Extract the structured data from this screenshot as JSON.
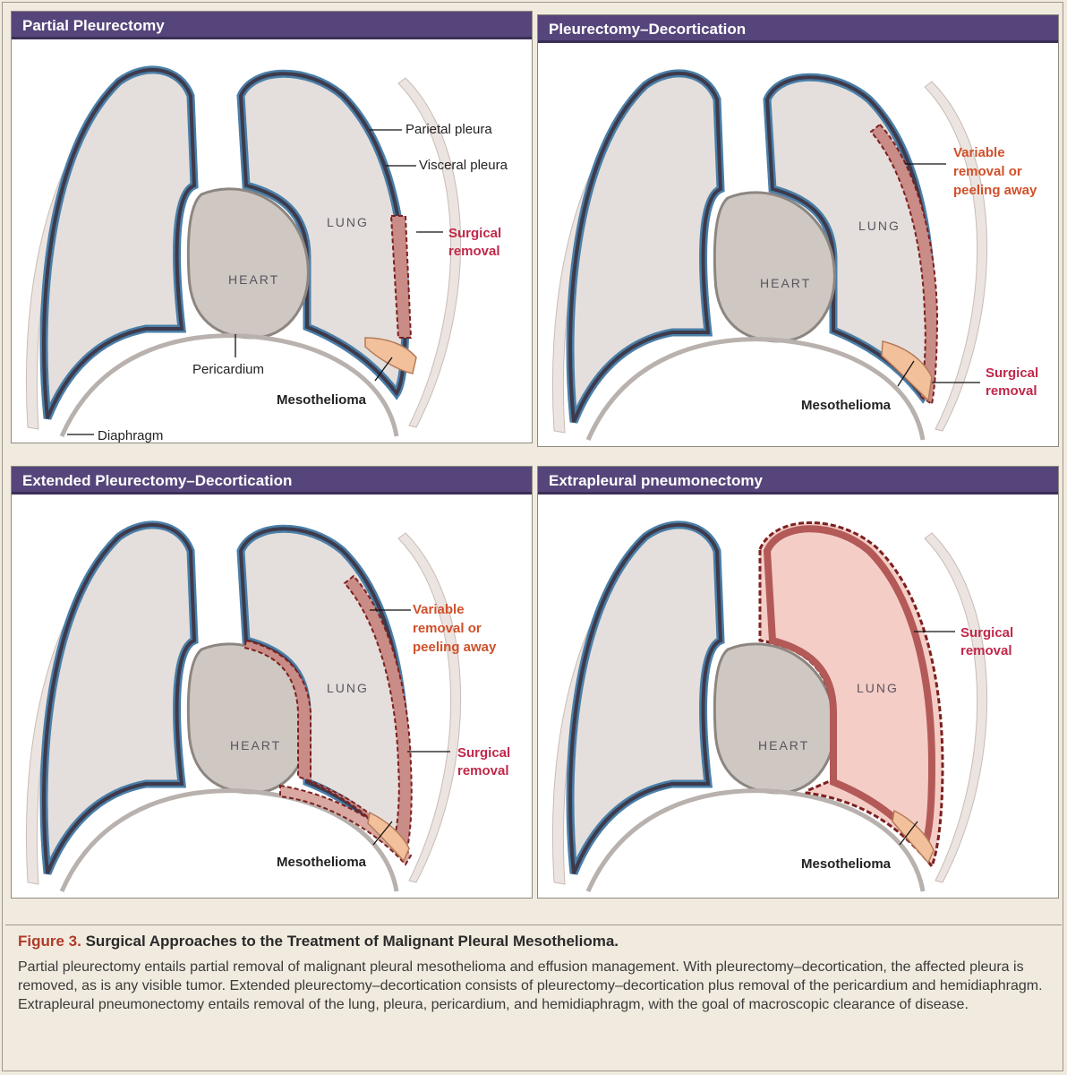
{
  "figure": {
    "label": "Figure 3.",
    "title": "Surgical Approaches to the Treatment of Malignant Pleural Mesothelioma.",
    "caption": "Partial pleurectomy entails partial removal of malignant pleural mesothelioma and effusion management. With pleurectomy–decortication, the affected pleura is removed, as is any visible tumor. Extended pleurectomy–decortication consists of pleurectomy–decortication plus removal of the pericardium and hemidiaphragm. Extrapleural pneumonectomy entails removal of the lung, pleura, pericardium, and hemidiaphragm, with the goal of macroscopic clearance of disease."
  },
  "panels": [
    {
      "title": "Partial Pleurectomy",
      "labels": {
        "lung": "LUNG",
        "heart": "HEART",
        "parietal": "Parietal pleura",
        "visceral": "Visceral pleura",
        "surgical_1": "Surgical",
        "surgical_2": "removal",
        "pericardium": "Pericardium",
        "mesothelioma": "Mesothelioma",
        "diaphragm": "Diaphragm"
      }
    },
    {
      "title": "Pleurectomy–Decortication",
      "labels": {
        "lung": "LUNG",
        "heart": "HEART",
        "variable_1": "Variable",
        "variable_2": "removal or",
        "variable_3": "peeling away",
        "surgical_1": "Surgical",
        "surgical_2": "removal",
        "mesothelioma": "Mesothelioma"
      }
    },
    {
      "title": "Extended Pleurectomy–Decortication",
      "labels": {
        "lung": "LUNG",
        "heart": "HEART",
        "variable_1": "Variable",
        "variable_2": "removal or",
        "variable_3": "peeling away",
        "surgical_1": "Surgical",
        "surgical_2": "removal",
        "mesothelioma": "Mesothelioma"
      }
    },
    {
      "title": "Extrapleural pneumonectomy",
      "labels": {
        "lung": "LUNG",
        "heart": "HEART",
        "surgical_1": "Surgical",
        "surgical_2": "removal",
        "mesothelioma": "Mesothelioma"
      }
    }
  ],
  "colors": {
    "header": "#56457a",
    "removal_label": "#c0284a",
    "variable_label": "#d0502a",
    "pleura_outer": "#4a7fa8",
    "pleura_inner": "#3e3a4c",
    "lung_fill": "#e4dfdc",
    "heart_fill": "#cec7c2",
    "tumor": "#f2c09a",
    "resected": "#c98c86"
  }
}
